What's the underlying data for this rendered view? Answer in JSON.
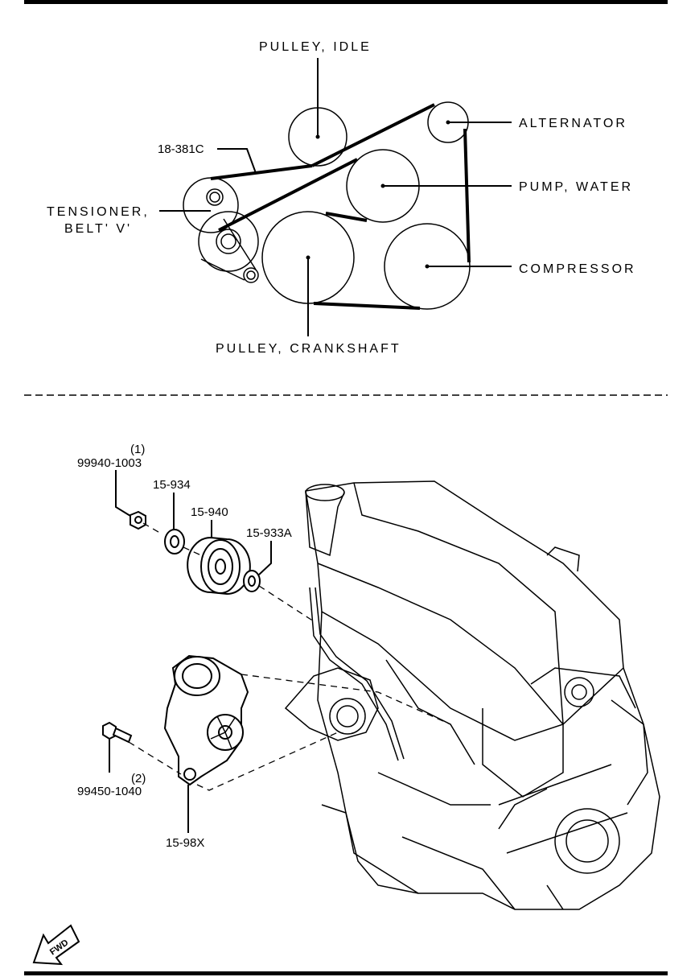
{
  "belt_layout": {
    "pulley_idle": "PULLEY, IDLE",
    "alternator": "ALTERNATOR",
    "belt_part": "18-381C",
    "pump_water": "PUMP, WATER",
    "tensioner_line1": "TENSIONER,",
    "tensioner_line2": "BELT' V'",
    "compressor": "COMPRESSOR",
    "pulley_crankshaft": "PULLEY, CRANKSHAFT"
  },
  "exploded_view": {
    "nut_ref": "(1)",
    "nut_part": "99940-1003",
    "washer_part": "15-934",
    "idler_pulley_part": "15-940",
    "spacer_part": "15-933A",
    "bolt_ref": "(2)",
    "bolt_part": "99450-1040",
    "tensioner_part": "15-98X",
    "fwd_label": "FWD"
  }
}
